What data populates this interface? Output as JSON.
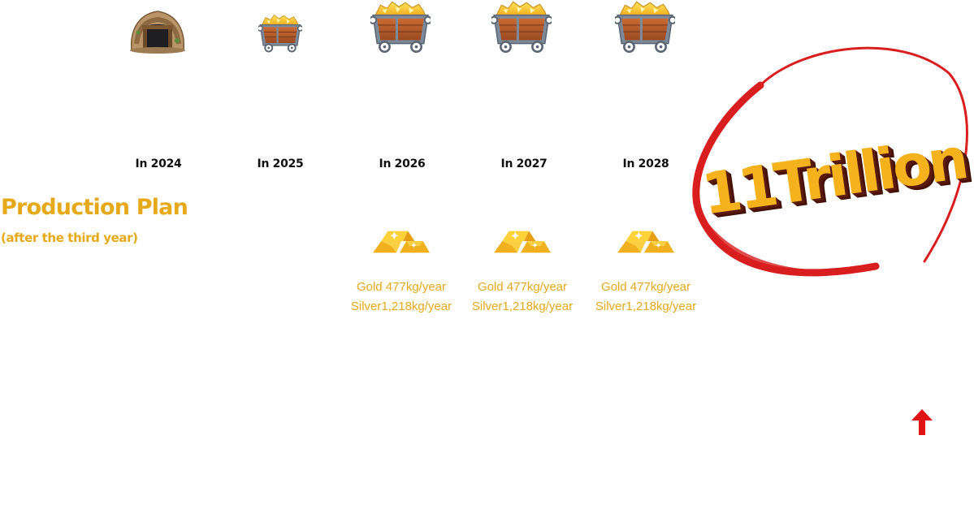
{
  "years": [
    "In 2024",
    "In 2025",
    "In 2026",
    "In 2027",
    "In 2028"
  ],
  "title": "Production Plan",
  "subtitle": "(after the third year)",
  "production": [
    {
      "gold": "Gold 477kg/year",
      "silver": "Silver1,218kg/year"
    },
    {
      "gold": "Gold 477kg/year",
      "silver": "Silver1,218kg/year"
    },
    {
      "gold": "Gold 477kg/year",
      "silver": "Silver1,218kg/year"
    }
  ],
  "highlight": "11Trillion",
  "icons": [
    "mine-entrance-icon",
    "gold-cart-icon",
    "gold-bars-icon",
    "arrow-up-icon"
  ],
  "colors": {
    "accent_gold": "#E6A91A",
    "year_text": "#111111",
    "circle_red": "#D81E1E",
    "trillion_fill": "#F5B21C",
    "trillion_shadow": "#4a1208"
  }
}
